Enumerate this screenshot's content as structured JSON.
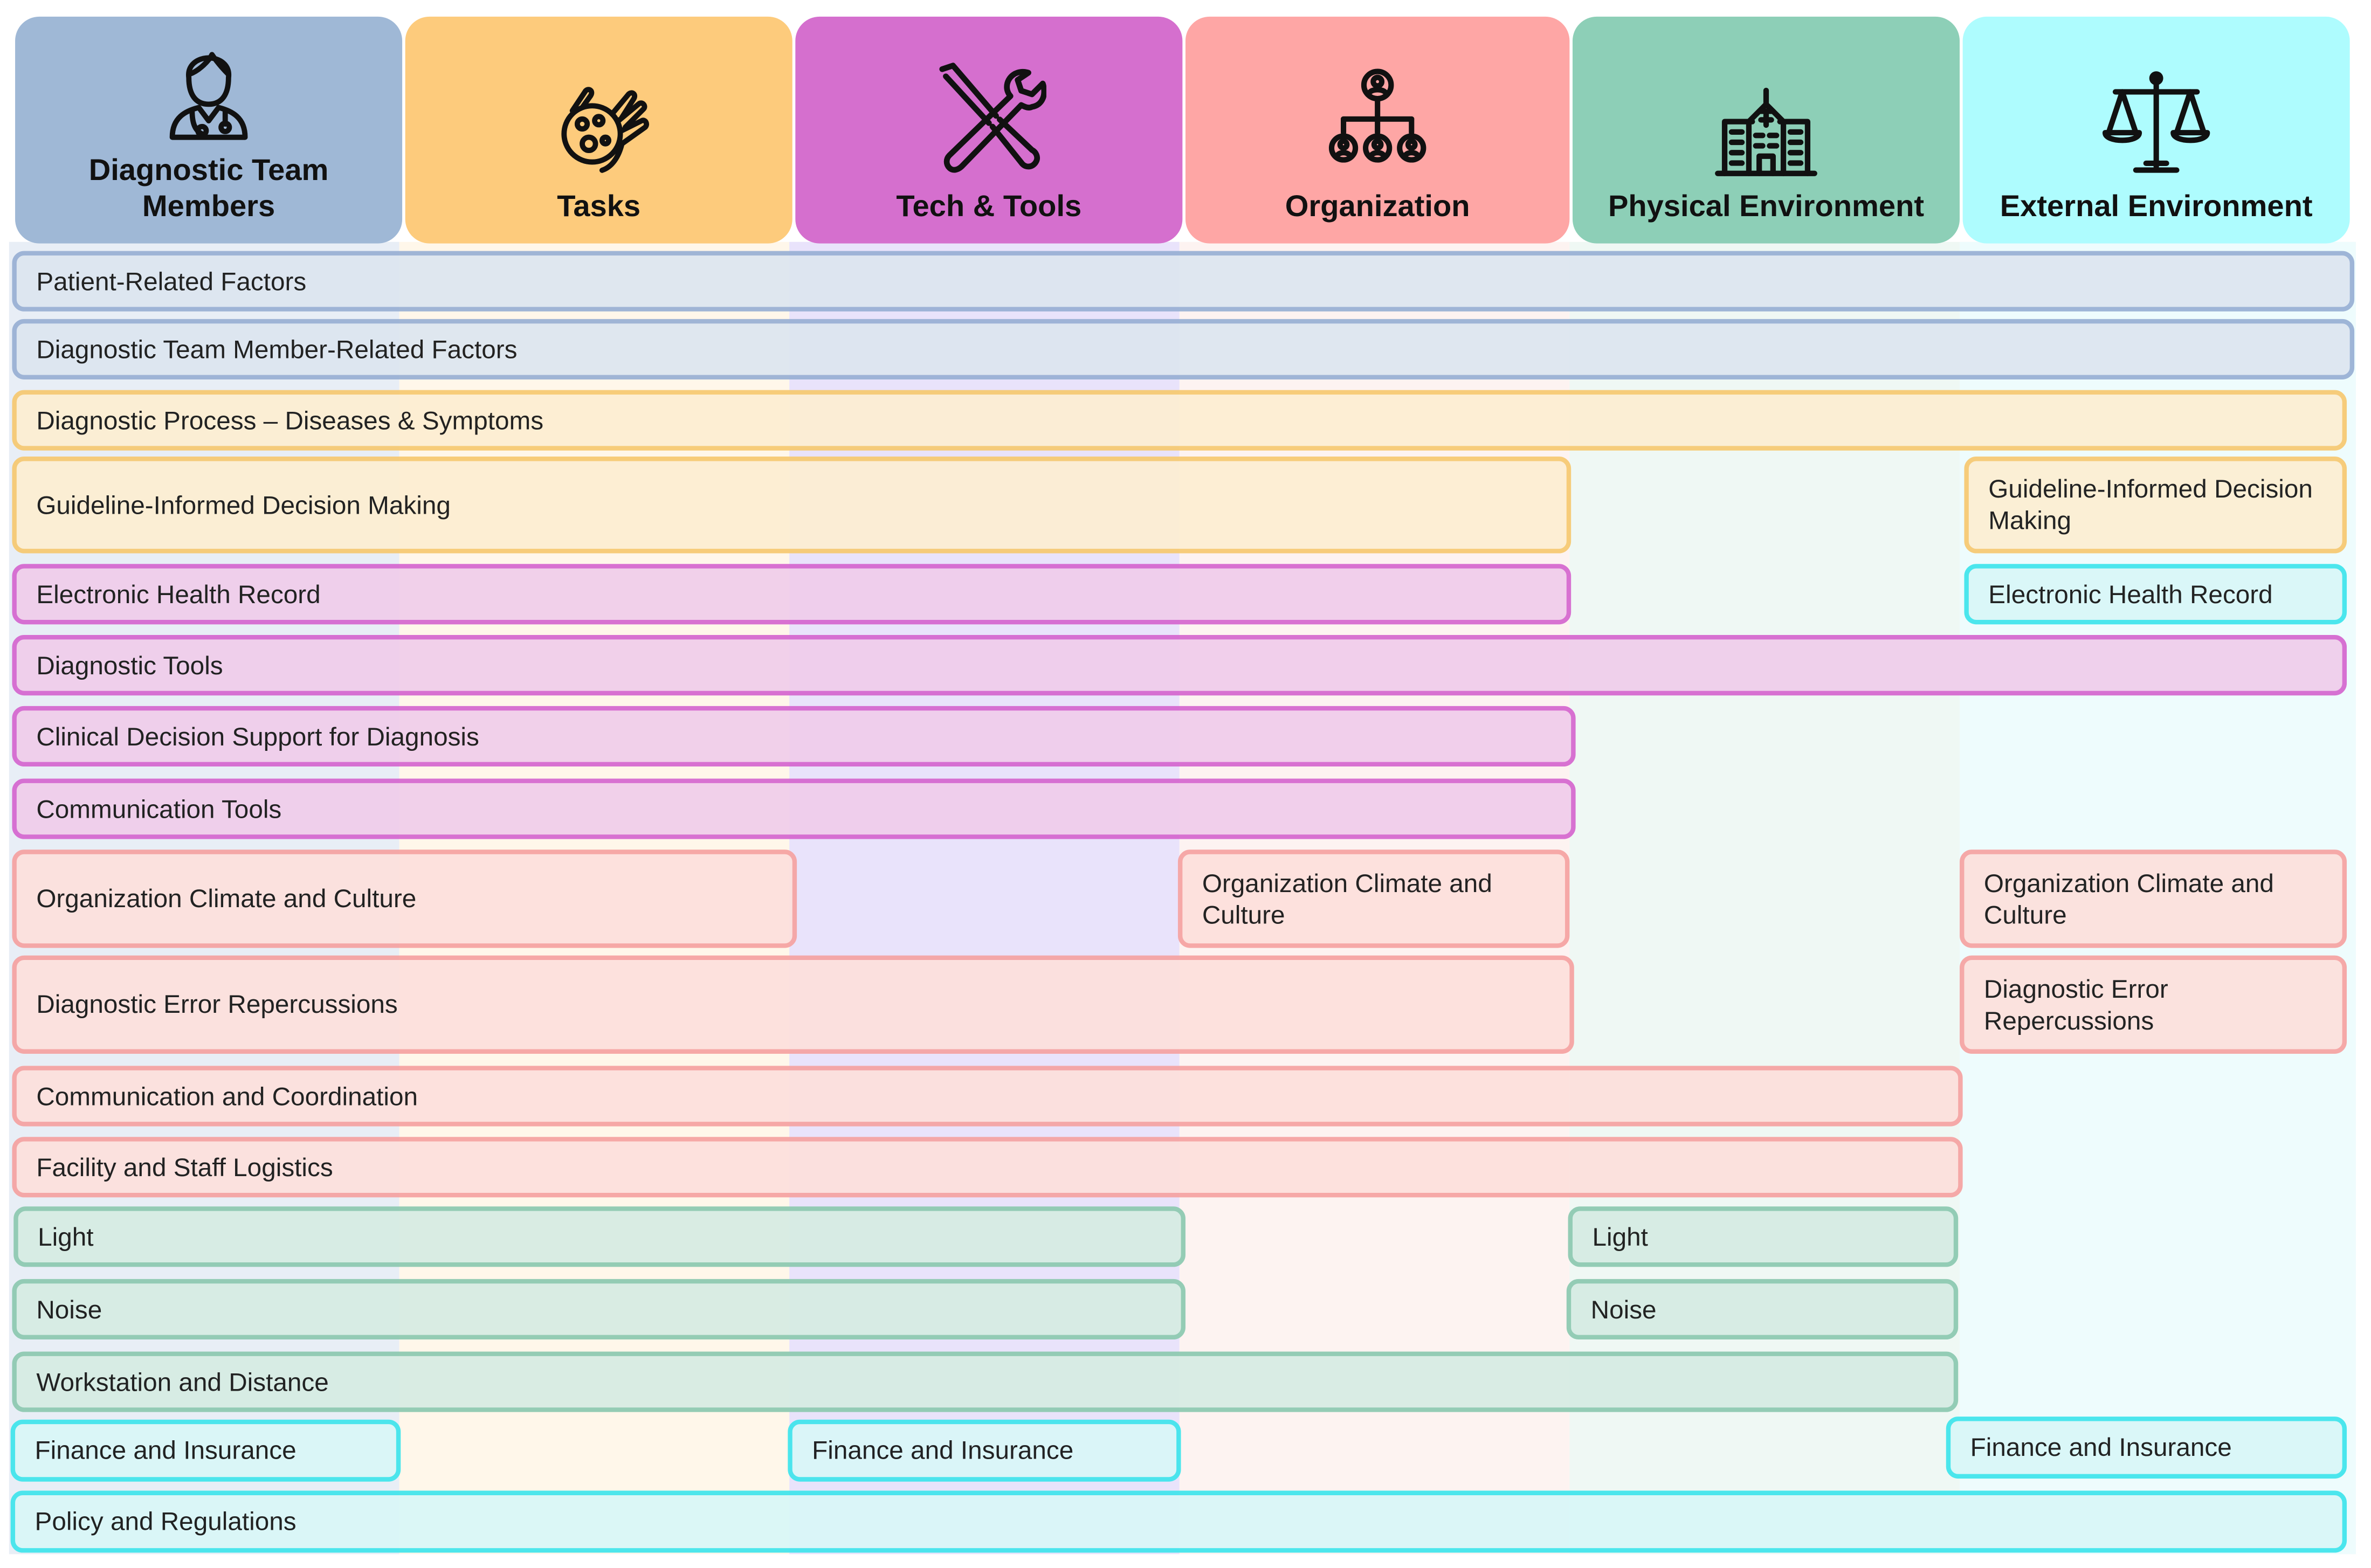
{
  "columns": [
    {
      "id": "team",
      "title": "Diagnostic Team Members",
      "icon": "clinician-icon",
      "color": "#9fb8d6",
      "tint": "#e8eef6"
    },
    {
      "id": "tasks",
      "title": "Tasks",
      "icon": "hand-with-pathogen-icon",
      "color": "#fdcb7c",
      "tint": "#fff7ea"
    },
    {
      "id": "tech",
      "title": "Tech & Tools",
      "icon": "wrench-screwdriver-icon",
      "color": "#d56fce",
      "tint": "#e9e3fb"
    },
    {
      "id": "org",
      "title": "Organization",
      "icon": "org-chart-icon",
      "color": "#fea6a5",
      "tint": "#fdf3f1"
    },
    {
      "id": "physical",
      "title": "Physical Environment",
      "icon": "hospital-building-icon",
      "color": "#8dcfb7",
      "tint": "#eff8f4"
    },
    {
      "id": "external",
      "title": "External Environment",
      "icon": "balance-scale-icon",
      "color": "#aefcfe",
      "tint": "#eefcfd"
    }
  ],
  "colors": {
    "blue_border": "#98b0d4",
    "blue_fill": "#dde6f0",
    "yellow_border": "#f7c970",
    "yellow_fill": "#fdeed2",
    "magenta_border": "#d566cf",
    "magenta_fill": "#f0cdeb",
    "salmon_border": "#f6a2a1",
    "salmon_fill": "#fde0dc",
    "green_border": "#8cc9b0",
    "green_fill": "#d6ece3",
    "cyan_border": "#3ee5ec",
    "cyan_fill": "#d9f7f8"
  },
  "bars": [
    {
      "label": "Patient-Related Factors",
      "color": "blue"
    },
    {
      "label": "Diagnostic Team Member-Related Factors",
      "color": "blue"
    },
    {
      "label": "Diagnostic Process – Diseases & Symptoms",
      "color": "yellow"
    },
    {
      "label": "Guideline-Informed Decision Making",
      "color": "yellow"
    },
    {
      "label": "Guideline-Informed Decision Making",
      "color": "yellow"
    },
    {
      "label": "Electronic Health Record",
      "color": "magenta"
    },
    {
      "label": "Electronic Health Record",
      "color": "cyan"
    },
    {
      "label": "Diagnostic Tools",
      "color": "magenta"
    },
    {
      "label": "Clinical Decision Support for Diagnosis",
      "color": "magenta"
    },
    {
      "label": "Communication Tools",
      "color": "magenta"
    },
    {
      "label": "Organization Climate and Culture",
      "color": "salmon"
    },
    {
      "label": "Organization Climate and Culture",
      "color": "salmon"
    },
    {
      "label": "Organization Climate and Culture",
      "color": "salmon"
    },
    {
      "label": "Diagnostic Error Repercussions",
      "color": "salmon"
    },
    {
      "label": "Diagnostic Error Repercussions",
      "color": "salmon"
    },
    {
      "label": "Communication and Coordination",
      "color": "salmon"
    },
    {
      "label": "Facility and Staff Logistics",
      "color": "salmon"
    },
    {
      "label": "Light",
      "color": "green"
    },
    {
      "label": "Light",
      "color": "green"
    },
    {
      "label": "Noise",
      "color": "green"
    },
    {
      "label": "Noise",
      "color": "green"
    },
    {
      "label": "Workstation and Distance",
      "color": "green"
    },
    {
      "label": "Finance and Insurance",
      "color": "cyan"
    },
    {
      "label": "Finance and Insurance",
      "color": "cyan"
    },
    {
      "label": "Finance and Insurance",
      "color": "cyan"
    },
    {
      "label": "Policy and Regulations",
      "color": "cyan"
    }
  ]
}
